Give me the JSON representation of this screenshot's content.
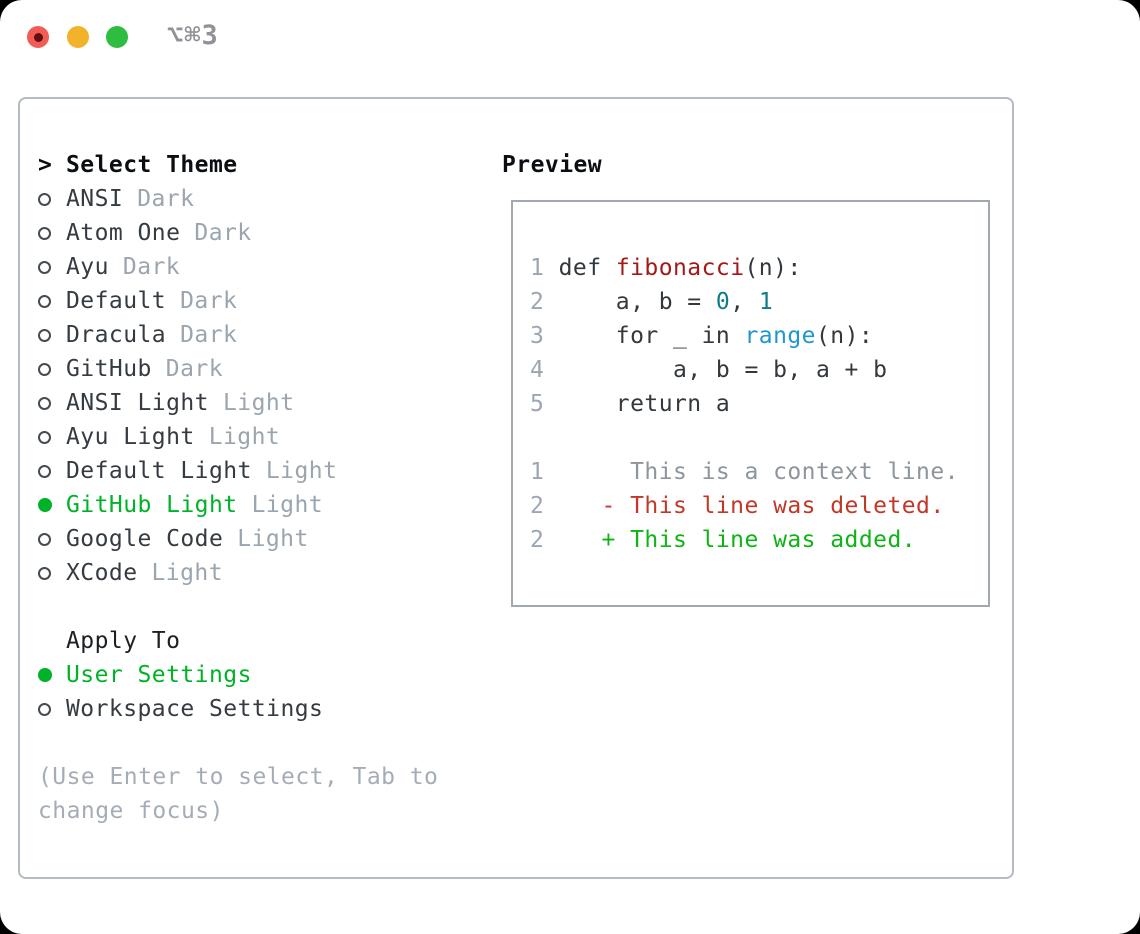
{
  "titlebar": {
    "shortcut": "⌥⌘3",
    "buttons": [
      "close",
      "minimize",
      "zoom"
    ]
  },
  "theme_panel": {
    "header": {
      "prompt": ">",
      "label": "Select Theme"
    },
    "themes": [
      {
        "name": "ANSI",
        "tag": "Dark",
        "selected": false
      },
      {
        "name": "Atom One",
        "tag": "Dark",
        "selected": false
      },
      {
        "name": "Ayu",
        "tag": "Dark",
        "selected": false
      },
      {
        "name": "Default",
        "tag": "Dark",
        "selected": false
      },
      {
        "name": "Dracula",
        "tag": "Dark",
        "selected": false
      },
      {
        "name": "GitHub",
        "tag": "Dark",
        "selected": false
      },
      {
        "name": "ANSI Light",
        "tag": "Light",
        "selected": false
      },
      {
        "name": "Ayu Light",
        "tag": "Light",
        "selected": false
      },
      {
        "name": "Default Light",
        "tag": "Light",
        "selected": false
      },
      {
        "name": "GitHub Light",
        "tag": "Light",
        "selected": true
      },
      {
        "name": "Google Code",
        "tag": "Light",
        "selected": false
      },
      {
        "name": "XCode",
        "tag": "Light",
        "selected": false
      }
    ],
    "apply_to": {
      "label": "Apply To",
      "options": [
        {
          "name": "User Settings",
          "selected": true
        },
        {
          "name": "Workspace Settings",
          "selected": false
        }
      ]
    },
    "hint": [
      "(Use Enter to select, Tab to",
      "change focus)"
    ]
  },
  "preview": {
    "header": "Preview",
    "lines": [
      {
        "num": "1",
        "tokens": [
          {
            "text": " def ",
            "cls": "plain"
          },
          {
            "text": "fibonacci",
            "cls": "func"
          },
          {
            "text": "(n):",
            "cls": "plain"
          }
        ]
      },
      {
        "num": "2",
        "tokens": [
          {
            "text": "     a, b = ",
            "cls": "plain"
          },
          {
            "text": "0",
            "cls": "num"
          },
          {
            "text": ", ",
            "cls": "plain"
          },
          {
            "text": "1",
            "cls": "num"
          }
        ]
      },
      {
        "num": "3",
        "tokens": [
          {
            "text": "     for _ in ",
            "cls": "plain"
          },
          {
            "text": "range",
            "cls": "builtin"
          },
          {
            "text": "(n):",
            "cls": "plain"
          }
        ]
      },
      {
        "num": "4",
        "tokens": [
          {
            "text": "         a, b = b, a + b",
            "cls": "plain"
          }
        ]
      },
      {
        "num": "5",
        "tokens": [
          {
            "text": "     return a",
            "cls": "plain"
          }
        ]
      },
      {
        "num": "",
        "tokens": []
      },
      {
        "num": "1",
        "tokens": [
          {
            "text": "      This is a context line.",
            "cls": "ctx"
          }
        ]
      },
      {
        "num": "2",
        "tokens": [
          {
            "text": "    - This line was deleted.",
            "cls": "del"
          }
        ]
      },
      {
        "num": "2",
        "tokens": [
          {
            "text": "    + This line was added.",
            "cls": "add"
          }
        ]
      }
    ]
  },
  "colors": {
    "selection_green": "#00b228",
    "added_green": "#0eb415",
    "deleted_red": "#c13828",
    "function_red": "#a31919",
    "number_teal": "#0e7c85",
    "builtin_blue": "#1e97cf",
    "code_text": "#32383e",
    "line_number_gray": "#9aa6b3",
    "context_gray": "#8d959d",
    "tag_gray": "#9aa5af",
    "hint_gray": "#a4adb7",
    "panel_border": "#b5bbc2",
    "preview_border": "#a2a8af",
    "traffic_red": "#f25c54",
    "traffic_yellow": "#f2b32a",
    "traffic_green": "#2ebd3f"
  }
}
